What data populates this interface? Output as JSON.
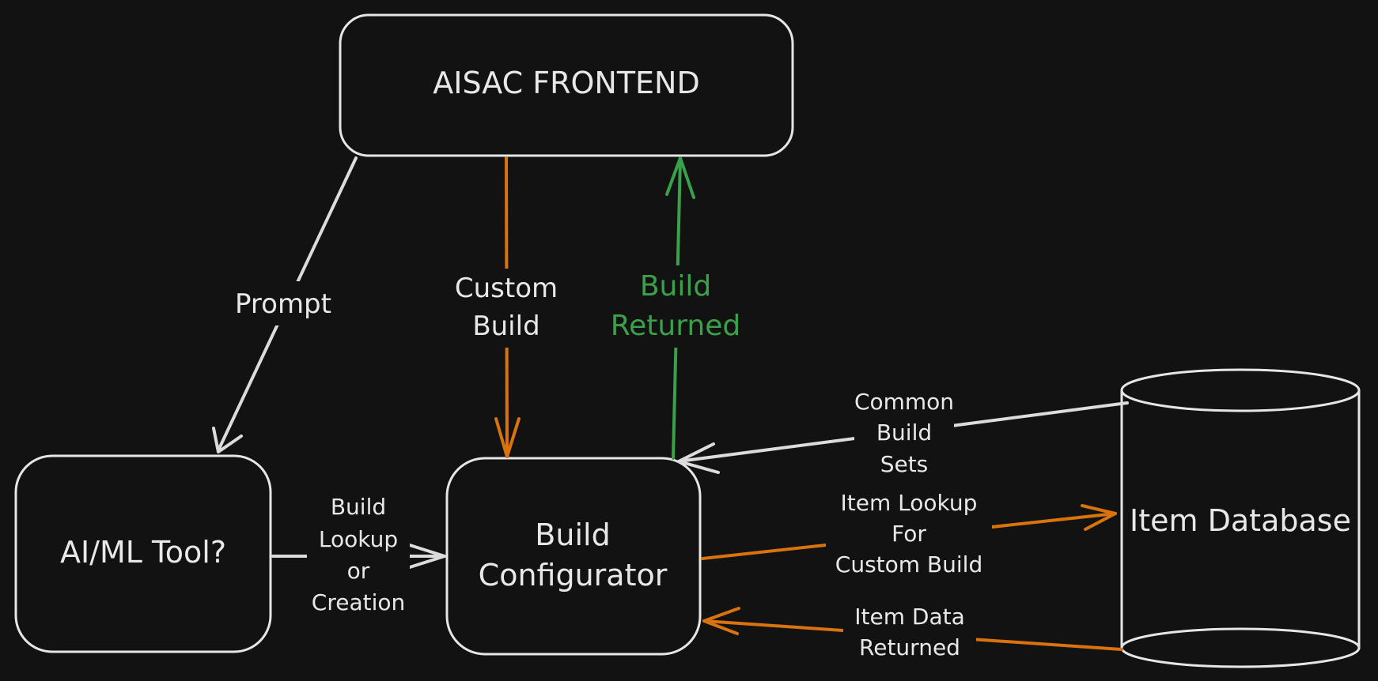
{
  "colors": {
    "background": "#121212",
    "stroke": "#e6e6e6",
    "orange": "#d9730d",
    "green": "#3aa14a"
  },
  "nodes": {
    "frontend": "AISAC FRONTEND",
    "ai_tool": "AI/ML Tool?",
    "configurator": [
      "Build",
      "Configurator"
    ],
    "database": "Item Database"
  },
  "edges": {
    "prompt": [
      "Prompt"
    ],
    "custom_build": [
      "Custom",
      "Build"
    ],
    "build_returned": [
      "Build",
      "Returned"
    ],
    "build_lookup": [
      "Build",
      "Lookup",
      "or",
      "Creation"
    ],
    "common_build_sets": [
      "Common",
      "Build",
      "Sets"
    ],
    "item_lookup": [
      "Item Lookup",
      "For",
      "Custom Build"
    ],
    "item_data_returned": [
      "Item Data",
      "Returned"
    ]
  }
}
